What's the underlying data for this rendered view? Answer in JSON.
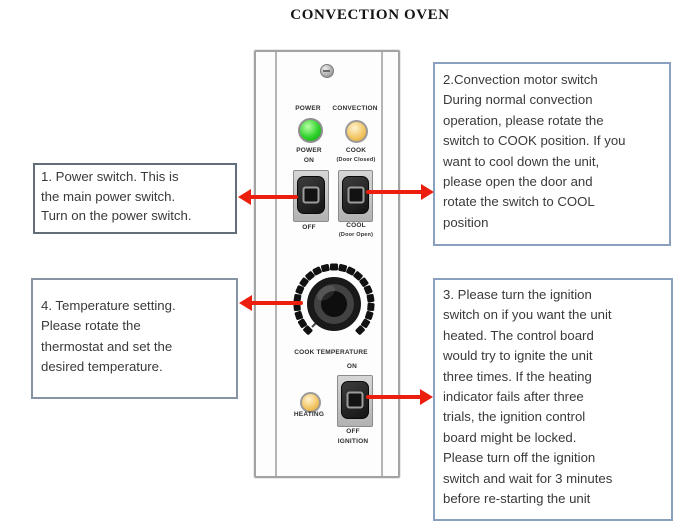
{
  "title": "CONVECTION OVEN",
  "panel": {
    "power_indicator_label": "POWER",
    "convection_indicator_label": "CONVECTION",
    "power_switch_label": "POWER",
    "power_switch_on": "ON",
    "power_switch_off": "OFF",
    "convection_switch_cook": "COOK",
    "convection_switch_cook_sub": "(Door Closed)",
    "convection_switch_cool": "COOL",
    "convection_switch_cool_sub": "(Door Open)",
    "thermostat_label": "COOK TEMPERATURE",
    "ignition_switch_on": "ON",
    "heating_indicator_label": "HEATING",
    "ignition_switch_off": "OFF",
    "ignition_switch_label": "IGNITION"
  },
  "callouts": [
    {
      "id": 1,
      "side": "left",
      "points_to": "power-switch",
      "text": "1. Power switch. This is\nthe main power switch.\nTurn on the power switch."
    },
    {
      "id": 2,
      "side": "right",
      "points_to": "convection-switch",
      "text": "2.Convection motor switch\nDuring normal convection\noperation, please rotate the\nswitch to COOK position. If you\nwant to cool down the unit,\nplease open the door and\nrotate the switch to COOL\nposition"
    },
    {
      "id": 3,
      "side": "right",
      "points_to": "ignition-switch",
      "text": "3. Please turn the ignition\nswitch on if you want the unit\nheated. The control board\nwould try to ignite the unit\nthree times. If the heating\nindicator fails after three\ntrials, the ignition control\nboard might be locked.\nPlease turn off the ignition\nswitch and wait for 3 minutes\nbefore re-starting the unit"
    },
    {
      "id": 4,
      "side": "left",
      "points_to": "thermostat-knob",
      "text": "4. Temperature setting.\nPlease rotate the\nthermostat and set the\ndesired temperature."
    }
  ],
  "colors": {
    "arrow_red": "#EC1E0D",
    "power_light_green": "#2FD32B",
    "convection_light_amber": "#F2C35F",
    "heating_light_amber": "#F2C35F",
    "callout_border_blue": "#8AA0BF",
    "callout_border_dark": "#636E78"
  }
}
